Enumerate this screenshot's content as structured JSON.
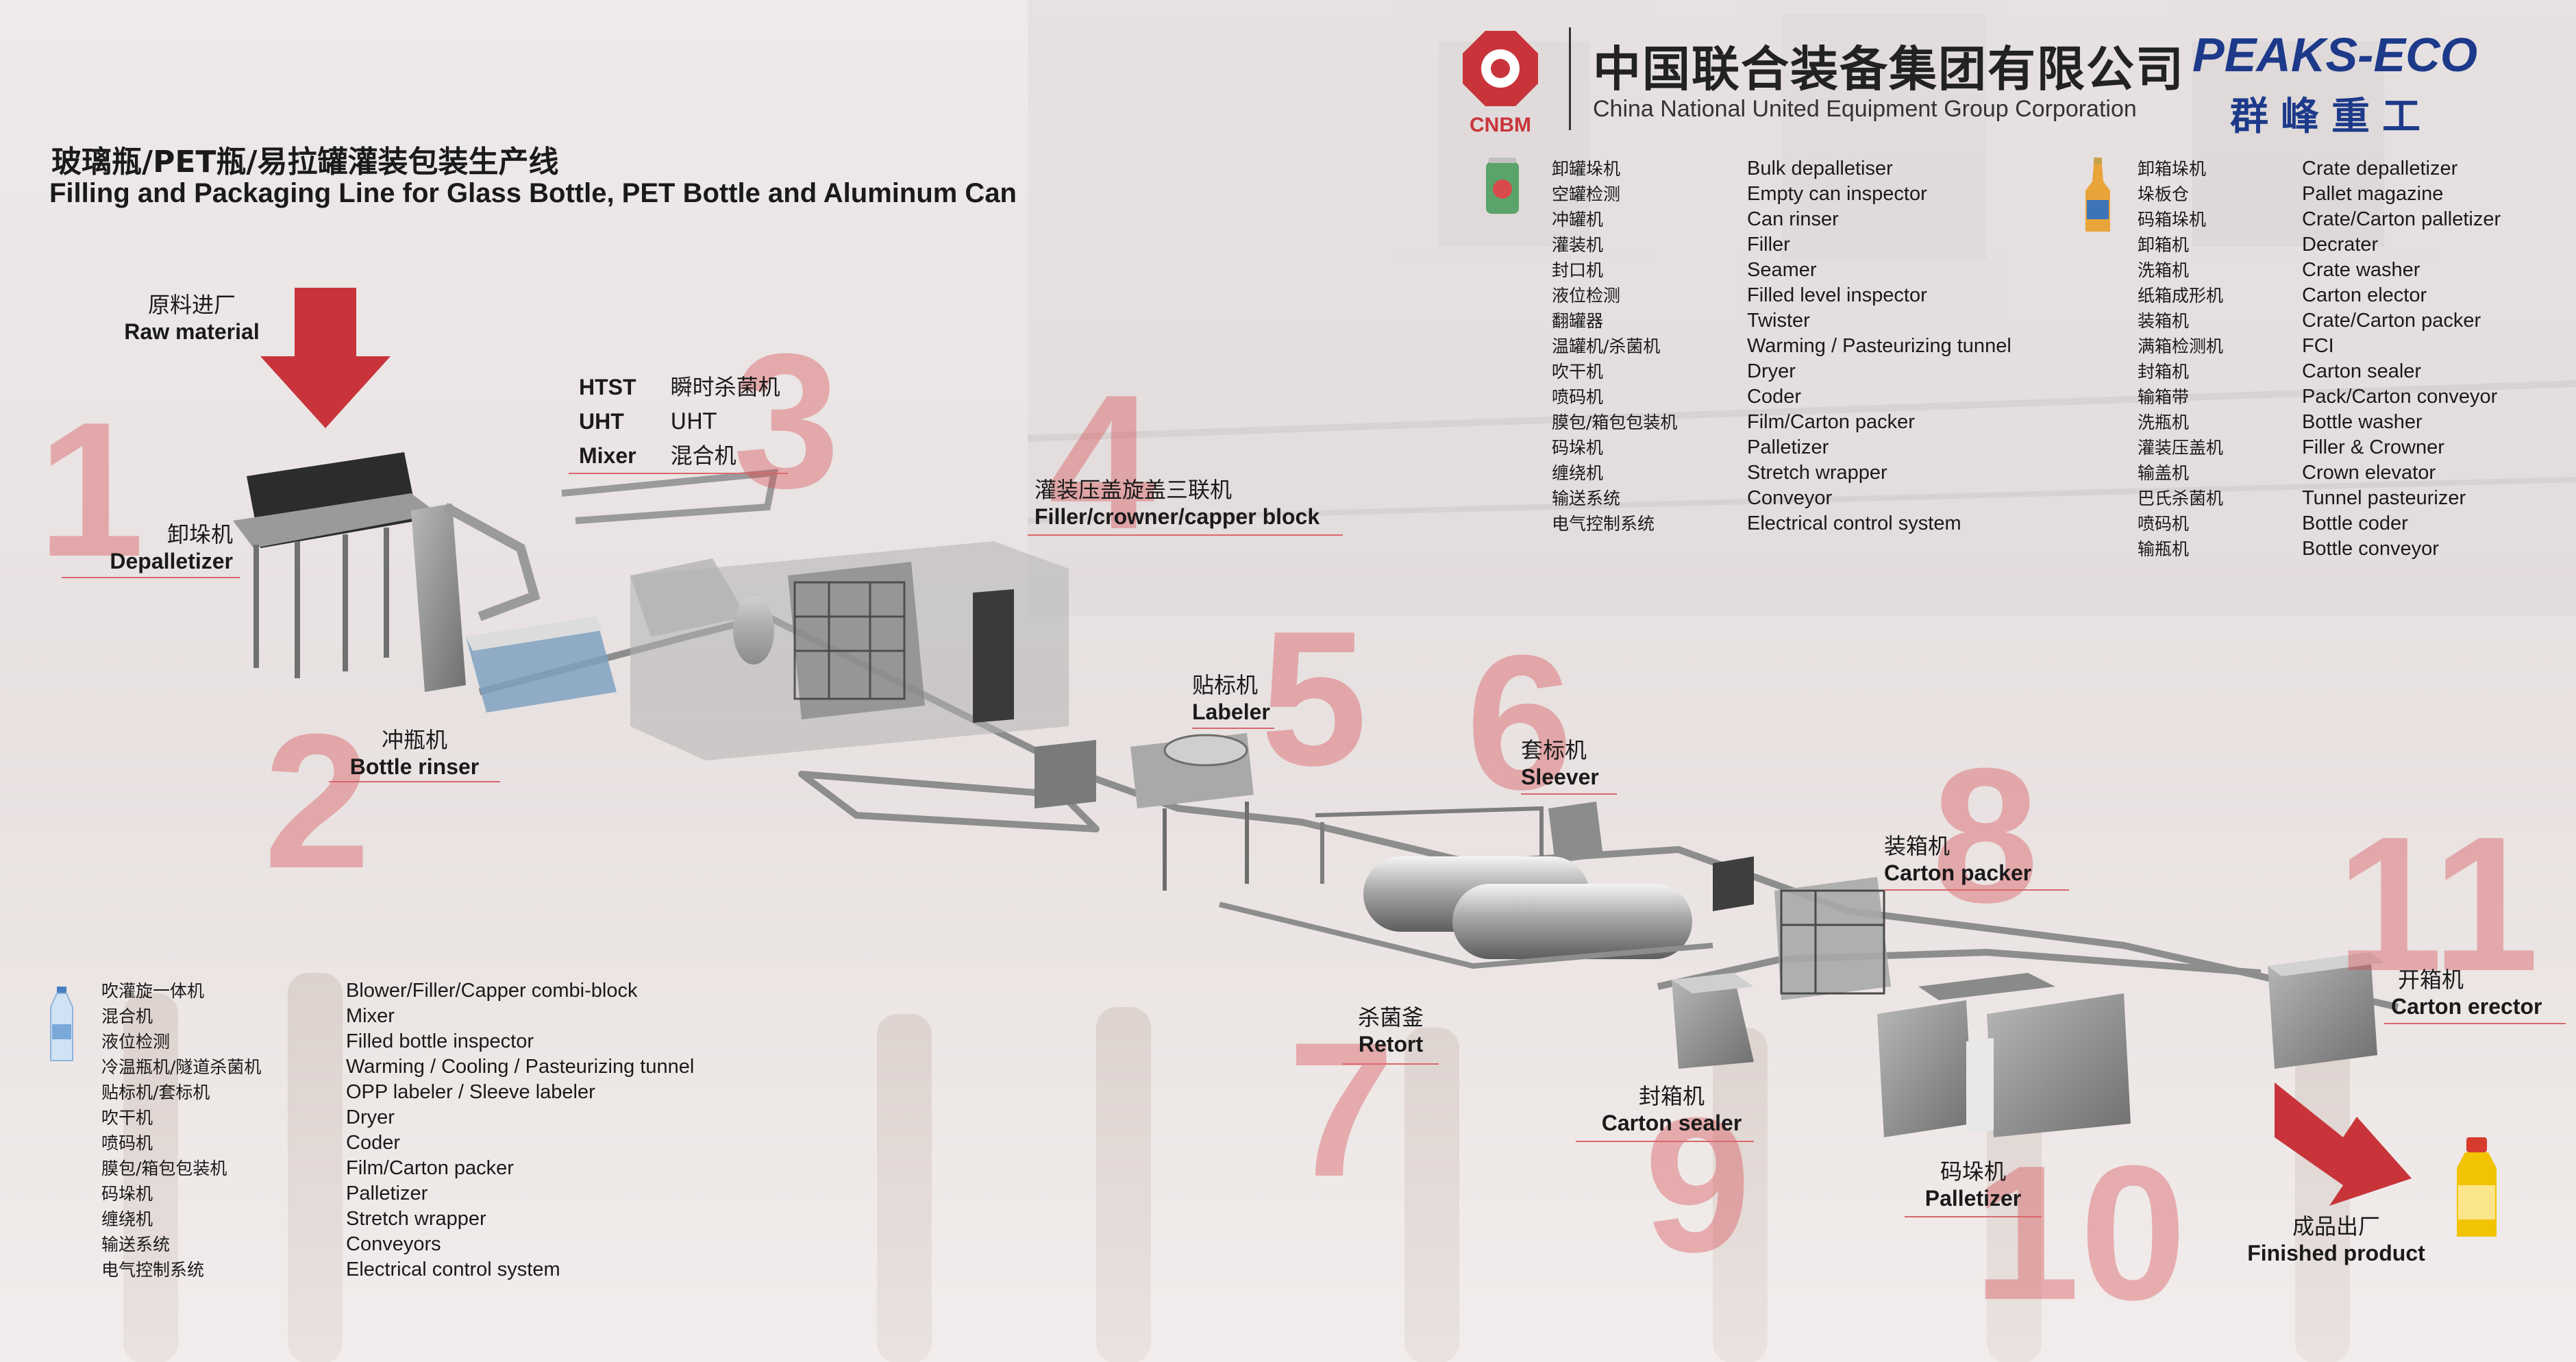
{
  "header": {
    "cnbm_logo_text": "CNBM",
    "company_zh": "中国联合装备集团有限公司",
    "company_en": "China National United Equipment Group Corporation",
    "peaks_logo_en": "PEAKS-ECO",
    "peaks_logo_zh": "群峰重工"
  },
  "title": {
    "zh": "玻璃瓶/PET瓶/易拉罐灌装包装生产线",
    "en": "Filling and Packaging Line for Glass Bottle, PET Bottle and Aluminum Can"
  },
  "flow": {
    "raw_material": {
      "zh": "原料进厂",
      "en": "Raw material"
    },
    "finished_product": {
      "zh": "成品出厂",
      "en": "Finished product"
    }
  },
  "stations": [
    {
      "number": "1",
      "zh": "卸垛机",
      "en": "Depalletizer"
    },
    {
      "number": "2",
      "zh": "冲瓶机",
      "en": "Bottle rinser"
    },
    {
      "number": "3",
      "lines": [
        {
          "en": "HTST",
          "zh": "瞬时杀菌机"
        },
        {
          "en": "UHT",
          "zh": "UHT"
        },
        {
          "en": "Mixer",
          "zh": "混合机"
        }
      ]
    },
    {
      "number": "4",
      "zh": "灌装压盖旋盖三联机",
      "en": "Filler/crowner/capper block"
    },
    {
      "number": "5",
      "zh": "贴标机",
      "en": "Labeler"
    },
    {
      "number": "6",
      "zh": "套标机",
      "en": "Sleever"
    },
    {
      "number": "7",
      "zh": "杀菌釜",
      "en": "Retort"
    },
    {
      "number": "8",
      "zh": "装箱机",
      "en": "Carton packer"
    },
    {
      "number": "9",
      "zh": "封箱机",
      "en": "Carton sealer"
    },
    {
      "number": "10",
      "zh": "码垛机",
      "en": "Palletizer"
    },
    {
      "number": "11",
      "zh": "开箱机",
      "en": "Carton erector"
    }
  ],
  "can_line": {
    "zh": [
      "卸罐垛机",
      "空罐检测",
      "冲罐机",
      "灌装机",
      "封口机",
      "液位检测",
      "翻罐器",
      "温罐机/杀菌机",
      "吹干机",
      "喷码机",
      "膜包/箱包包装机",
      "码垛机",
      "缠绕机",
      "输送系统",
      "电气控制系统"
    ],
    "en": [
      "Bulk depalletiser",
      "Empty can inspector",
      "Can rinser",
      "Filler",
      "Seamer",
      "Filled level inspector",
      "Twister",
      "Warming / Pasteurizing tunnel",
      "Dryer",
      "Coder",
      "Film/Carton packer",
      "Palletizer",
      "Stretch wrapper",
      "Conveyor",
      "Electrical control system"
    ]
  },
  "glass_line": {
    "zh": [
      "卸箱垛机",
      "垛板仓",
      "码箱垛机",
      "卸箱机",
      "洗箱机",
      "纸箱成形机",
      "装箱机",
      "满箱检测机",
      "封箱机",
      "输箱带",
      "洗瓶机",
      "灌装压盖机",
      "输盖机",
      "巴氏杀菌机",
      "喷码机",
      "输瓶机"
    ],
    "en": [
      "Crate depalletizer",
      "Pallet magazine",
      "Crate/Carton palletizer",
      "Decrater",
      "Crate washer",
      "Carton elector",
      "Crate/Carton packer",
      "FCI",
      "Carton sealer",
      "Pack/Carton conveyor",
      "Bottle washer",
      "Filler & Crowner",
      "Crown elevator",
      "Tunnel pasteurizer",
      "Bottle coder",
      "Bottle conveyor"
    ]
  },
  "pet_line": {
    "zh": [
      "吹灌旋一体机",
      "混合机",
      "液位检测",
      "冷温瓶机/隧道杀菌机",
      "贴标机/套标机",
      "吹干机",
      "喷码机",
      "膜包/箱包包装机",
      "码垛机",
      "缠绕机",
      "输送系统",
      "电气控制系统"
    ],
    "en": [
      "Blower/Filler/Capper combi-block",
      "Mixer",
      "Filled bottle inspector",
      "Warming / Cooling / Pasteurizing tunnel",
      "OPP labeler / Sleeve labeler",
      "Dryer",
      "Coder",
      "Film/Carton packer",
      "Palletizer",
      "Stretch wrapper",
      "Conveyors",
      "Electrical control system"
    ]
  },
  "colors": {
    "accent_red": "#c8343a",
    "number_red": "#d8464c",
    "navy": "#1d3a8a",
    "machine_gray": "#8e8e8e"
  }
}
